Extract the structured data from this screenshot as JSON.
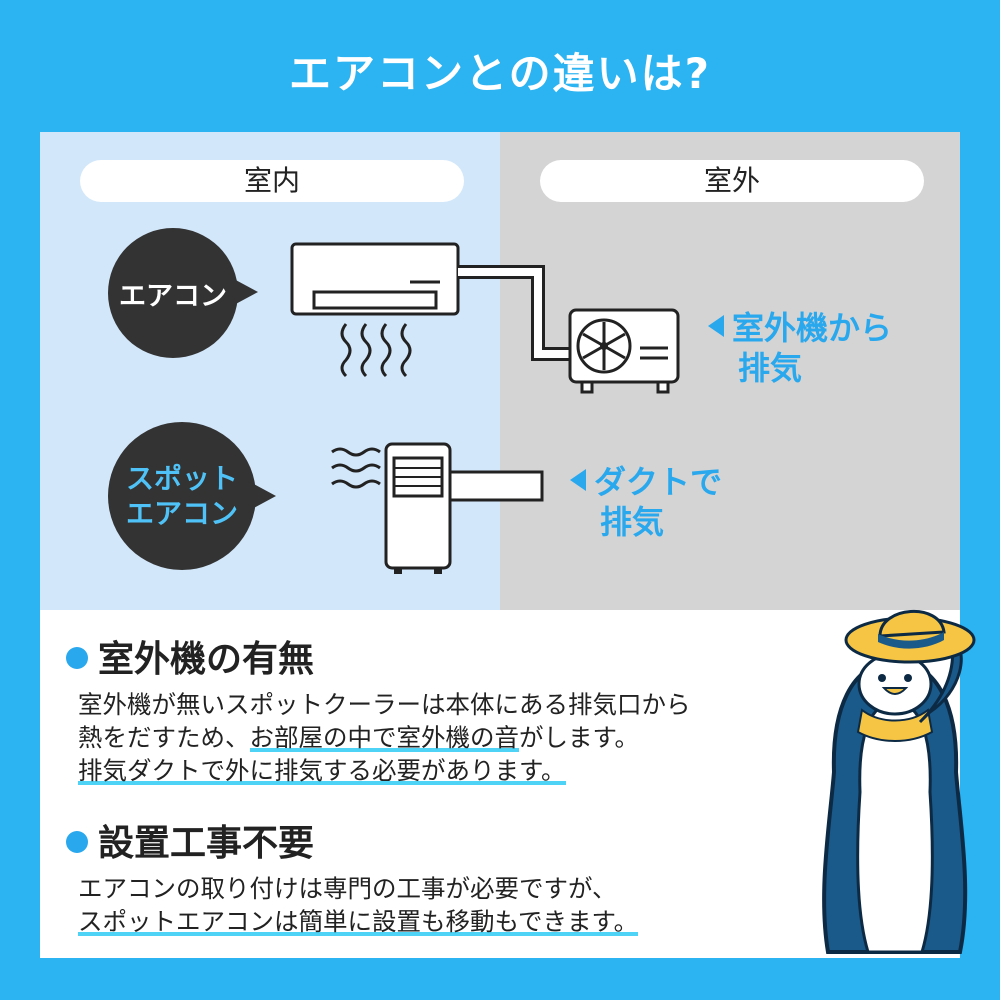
{
  "title": "エアコンとの違いは?",
  "zones": {
    "indoor": "室内",
    "outdoor": "室外"
  },
  "bubbles": {
    "aircon": "エアコン",
    "spot_line1": "スポット",
    "spot_line2": "エアコン"
  },
  "callouts": {
    "outdoor_unit_line1": "室外機から",
    "outdoor_unit_line2": "排気",
    "duct_line1": "ダクトで",
    "duct_line2": "排気"
  },
  "sections": [
    {
      "title": "室外機の有無",
      "line1": "室外機が無いスポットクーラーは本体にある排気口から",
      "line2_plain": "熱をだすため、",
      "line2_marked": "お部屋の中で室外機の音",
      "line2_end": "がします。",
      "line3_marked": "排気ダクトで外に排気する必要があります。"
    },
    {
      "title": "設置工事不要",
      "line1": "エアコンの取り付けは専門の工事が必要ですが、",
      "line2_marked": "スポットエアコンは簡単に設置も移動もできます。"
    }
  ],
  "colors": {
    "background": "#2bb3f2",
    "accent": "#2aa8ee",
    "indoor": "#d2e7fa",
    "outdoor": "#d4d4d4",
    "underline": "#4ed2f5"
  },
  "icons": [
    "wall-air-conditioner-icon",
    "outdoor-unit-fan-icon",
    "heat-wave-icon",
    "portable-air-conditioner-icon",
    "exhaust-duct-icon",
    "penguin-mascot-icon"
  ]
}
